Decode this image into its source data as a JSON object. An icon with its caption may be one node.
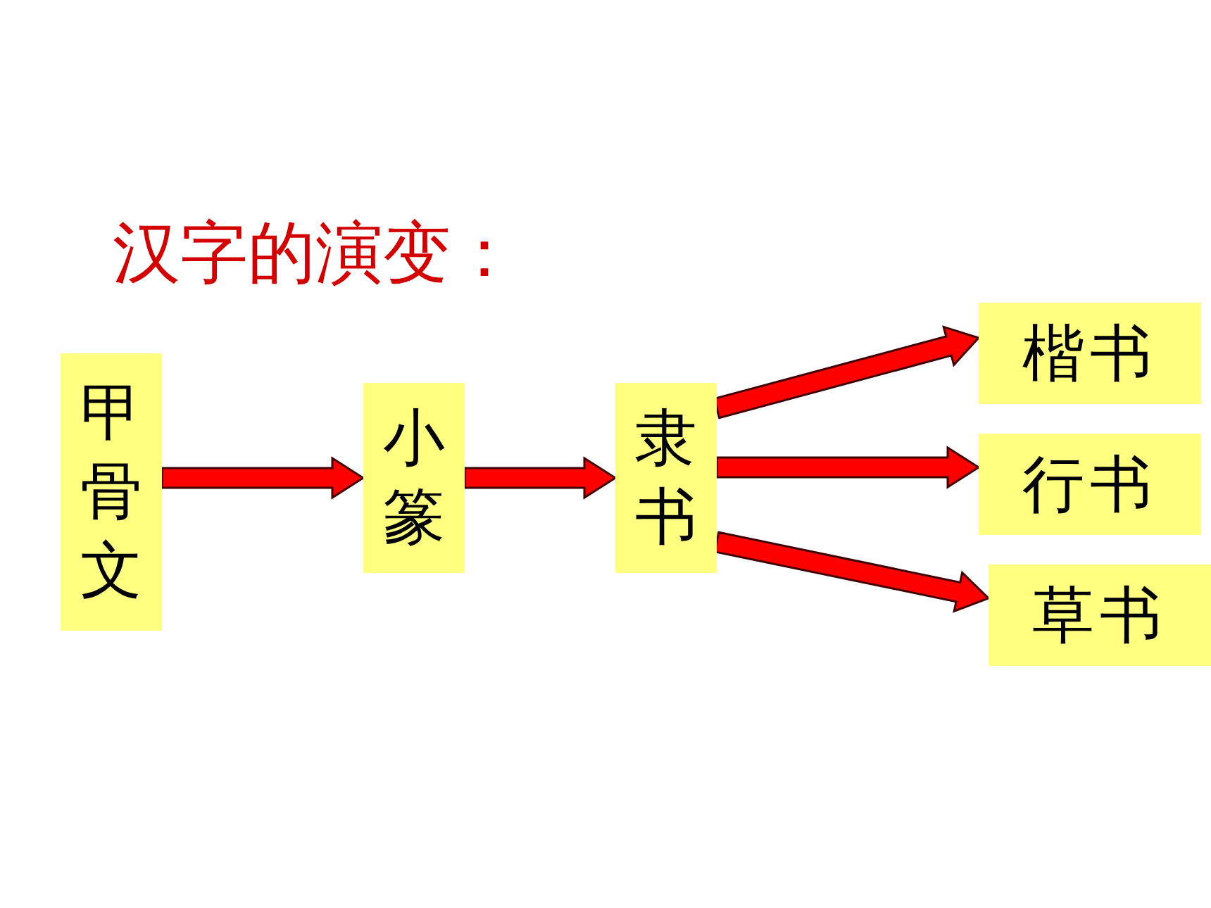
{
  "diagram": {
    "title": "汉字的演变：",
    "nodes": [
      {
        "text": [
          "甲骨文"
        ]
      },
      {
        "text": [
          "小篆"
        ]
      },
      {
        "text": [
          "隶书"
        ]
      },
      {
        "text": [
          "楷书"
        ]
      },
      {
        "text": [
          "行书"
        ]
      },
      {
        "text": [
          "草书"
        ]
      }
    ],
    "edges": [
      {
        "from": 0,
        "to": 1,
        "arrow": "to"
      },
      {
        "from": 1,
        "to": 2,
        "arrow": "to"
      },
      {
        "from": 2,
        "to": 3,
        "arrow": "to"
      },
      {
        "from": 2,
        "to": 4,
        "arrow": "to"
      },
      {
        "from": 2,
        "to": 5,
        "arrow": "to"
      }
    ]
  }
}
